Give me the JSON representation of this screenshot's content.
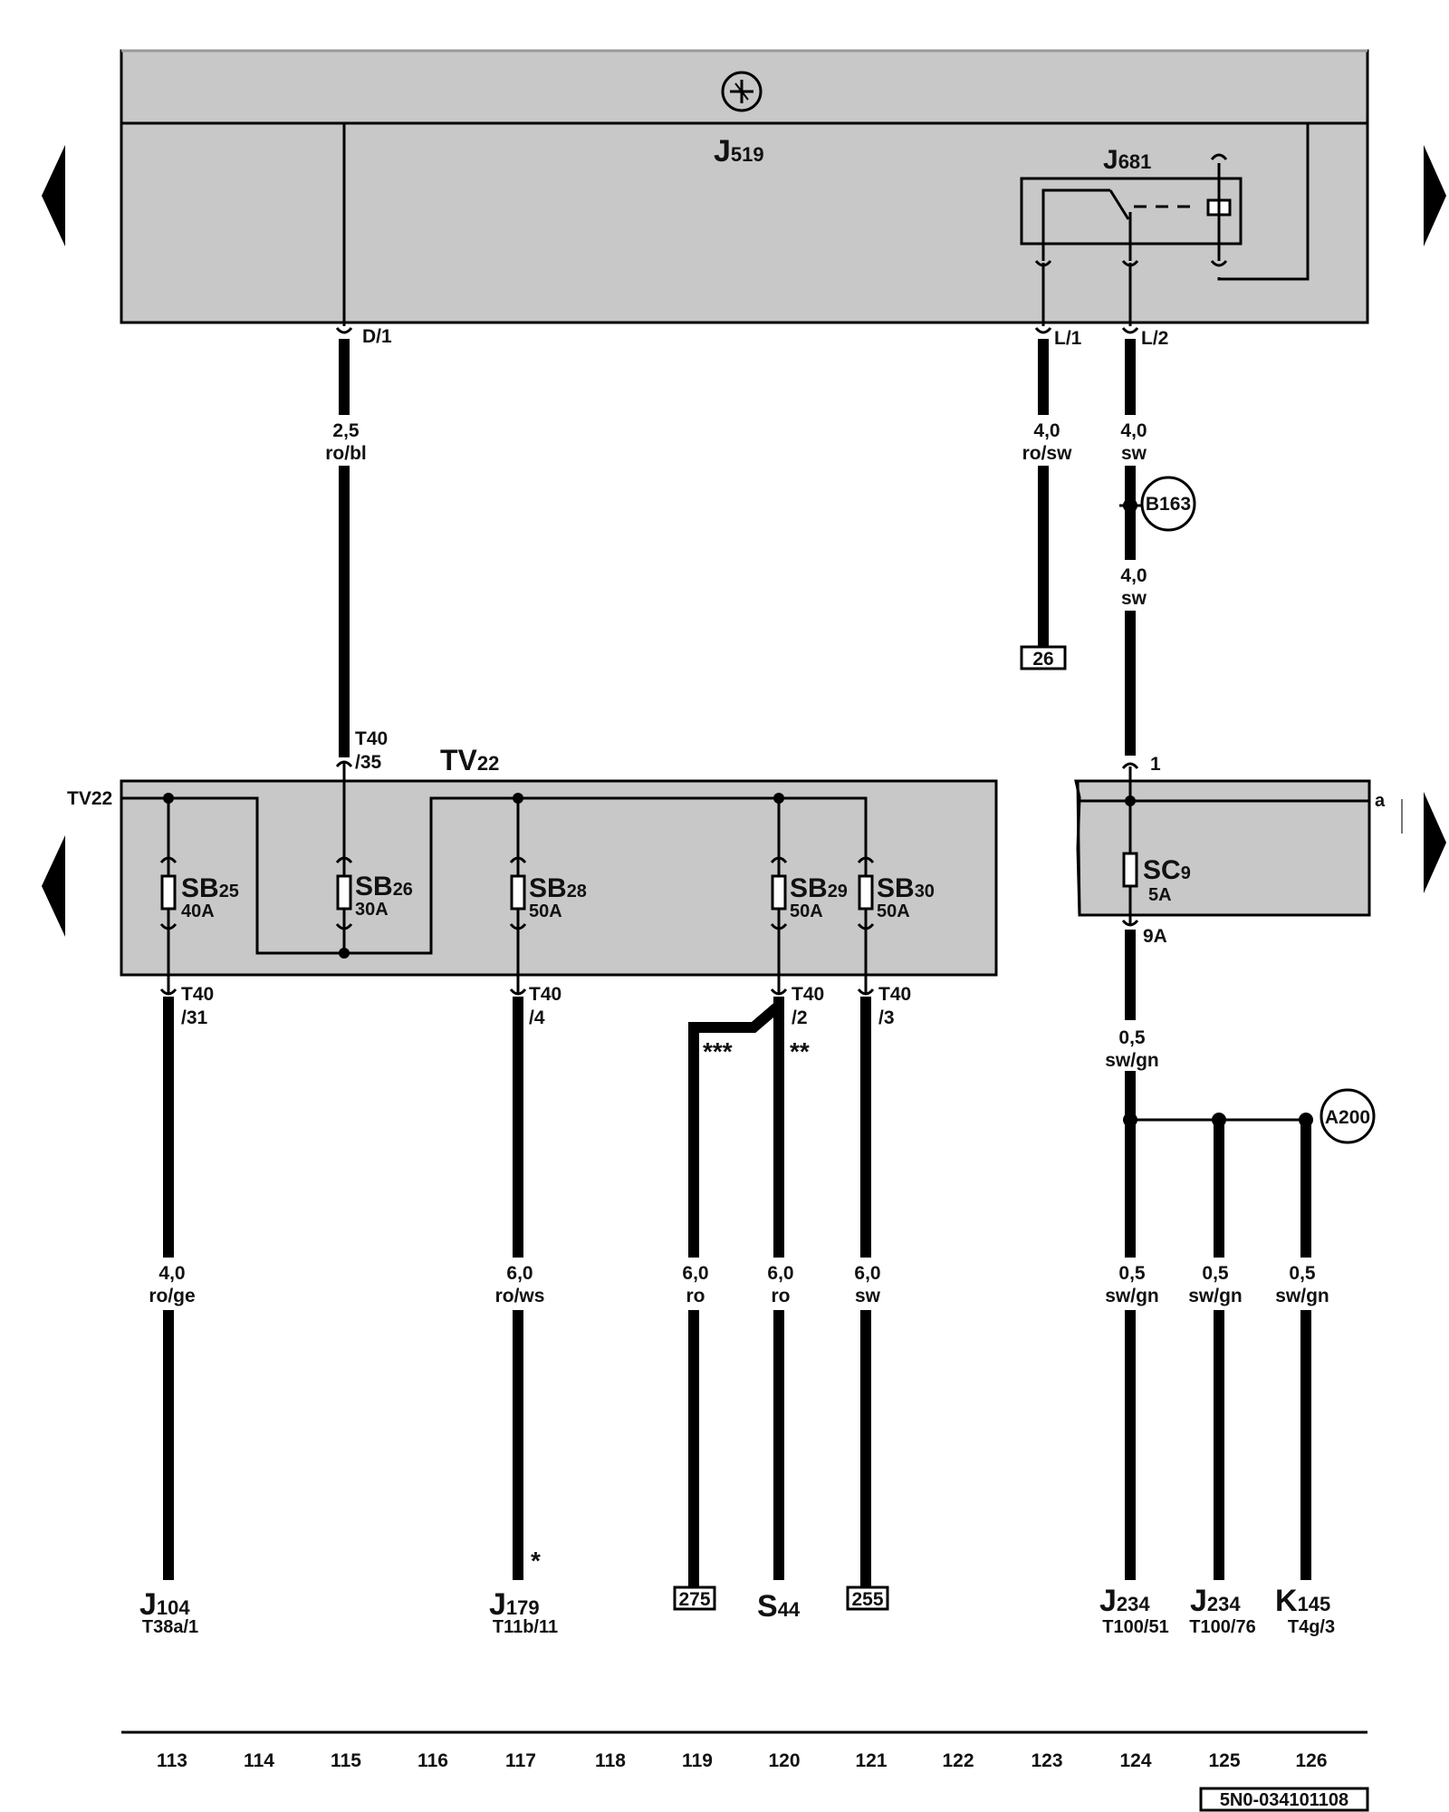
{
  "top_unit": {
    "name": "J",
    "sub": "519",
    "relay_name": "J",
    "relay_sub": "681",
    "pins": {
      "d1": "D/1",
      "l1": "L/1",
      "l2": "L/2"
    }
  },
  "wires": {
    "d1": {
      "size": "2,5",
      "color": "ro/bl"
    },
    "l1": {
      "size": "4,0",
      "color": "ro/sw"
    },
    "l2a": {
      "size": "4,0",
      "color": "sw"
    },
    "l2b": {
      "size": "4,0",
      "color": "sw"
    },
    "w113": {
      "size": "4,0",
      "color": "ro/ge"
    },
    "w117": {
      "size": "6,0",
      "color": "ro/ws"
    },
    "w119": {
      "size": "6,0",
      "color": "ro"
    },
    "w120": {
      "size": "6,0",
      "color": "ro"
    },
    "w121": {
      "size": "6,0",
      "color": "sw"
    },
    "sc9out": {
      "size": "0,5",
      "color": "sw/gn"
    },
    "w124": {
      "size": "0,5",
      "color": "sw/gn"
    },
    "w125": {
      "size": "0,5",
      "color": "sw/gn"
    },
    "w126": {
      "size": "0,5",
      "color": "sw/gn"
    }
  },
  "connections": {
    "b163": "B163",
    "a200": "A200",
    "ref26": "26",
    "ref275": "275",
    "ref255": "255"
  },
  "fuse_box": {
    "name": "TV",
    "sub": "22",
    "rail_label": "TV22",
    "input_pin": {
      "a": "T40",
      "b": "/35"
    },
    "fuses": [
      {
        "name": "SB",
        "sub": "25",
        "rating": "40A"
      },
      {
        "name": "SB",
        "sub": "26",
        "rating": "30A"
      },
      {
        "name": "SB",
        "sub": "28",
        "rating": "50A"
      },
      {
        "name": "SB",
        "sub": "29",
        "rating": "50A"
      },
      {
        "name": "SB",
        "sub": "30",
        "rating": "50A"
      }
    ],
    "outputs": [
      {
        "a": "T40",
        "b": "/31"
      },
      {
        "a": "T40",
        "b": "/4"
      },
      {
        "a": "T40",
        "b": "/2"
      },
      {
        "a": "T40",
        "b": "/3"
      }
    ]
  },
  "right_box": {
    "in_pin": "1",
    "out_pin": "9A",
    "edge_label": "a",
    "fuse": {
      "name": "SC",
      "sub": "9",
      "rating": "5A"
    }
  },
  "markers": {
    "three": "***",
    "two": "**",
    "one": "*"
  },
  "components": [
    {
      "name": "J",
      "sub": "104",
      "pin": "T38a/1"
    },
    {
      "name": "J",
      "sub": "179",
      "pin": "T11b/11"
    },
    {
      "name": "S",
      "sub": "44",
      "pin": ""
    },
    {
      "name": "J",
      "sub": "234",
      "pin": "T100/51"
    },
    {
      "name": "J",
      "sub": "234",
      "pin": "T100/76"
    },
    {
      "name": "K",
      "sub": "145",
      "pin": "T4g/3"
    }
  ],
  "columns": [
    "113",
    "114",
    "115",
    "116",
    "117",
    "118",
    "119",
    "120",
    "121",
    "122",
    "123",
    "124",
    "125",
    "126"
  ],
  "doc_ref": "5N0-034101108"
}
